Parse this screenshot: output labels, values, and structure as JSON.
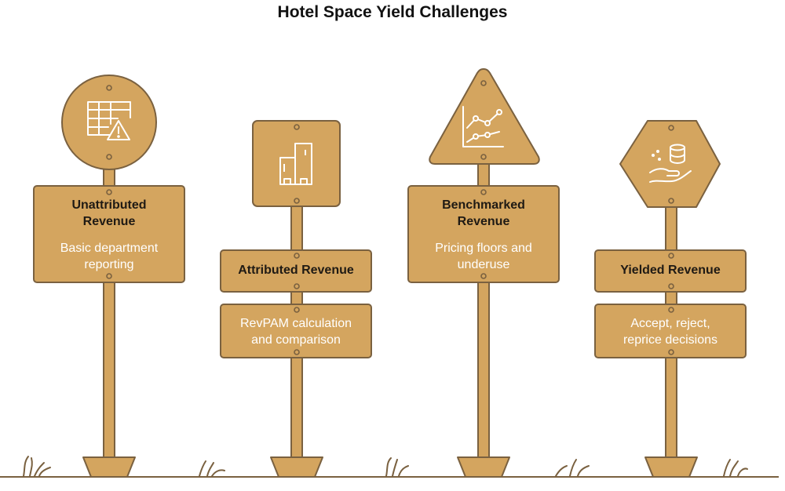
{
  "title": "Hotel Space Yield Challenges",
  "colors": {
    "fill": "#D4A55F",
    "stroke": "#7A6140",
    "icon": "#FFFFFF",
    "heading_text": "#1F1A14",
    "body_text": "#FFFFFF",
    "ground": "#7A6140"
  },
  "signs": [
    {
      "heading_line1": "Unattributed",
      "heading_line2": "Revenue",
      "desc_line1": "Basic department",
      "desc_line2": "reporting",
      "shape": "circle",
      "icon": "table-warning-icon"
    },
    {
      "heading_line1": "Attributed Revenue",
      "desc_line1": "RevPAM calculation",
      "desc_line2": "and comparison",
      "shape": "square",
      "icon": "buildings-icon"
    },
    {
      "heading_line1": "Benchmarked",
      "heading_line2": "Revenue",
      "desc_line1": "Pricing floors and",
      "desc_line2": "underuse",
      "shape": "triangle",
      "icon": "line-chart-icon"
    },
    {
      "heading_line1": "Yielded Revenue",
      "desc_line1": "Accept, reject,",
      "desc_line2": "reprice decisions",
      "shape": "hexagon",
      "icon": "hand-coins-icon"
    }
  ]
}
